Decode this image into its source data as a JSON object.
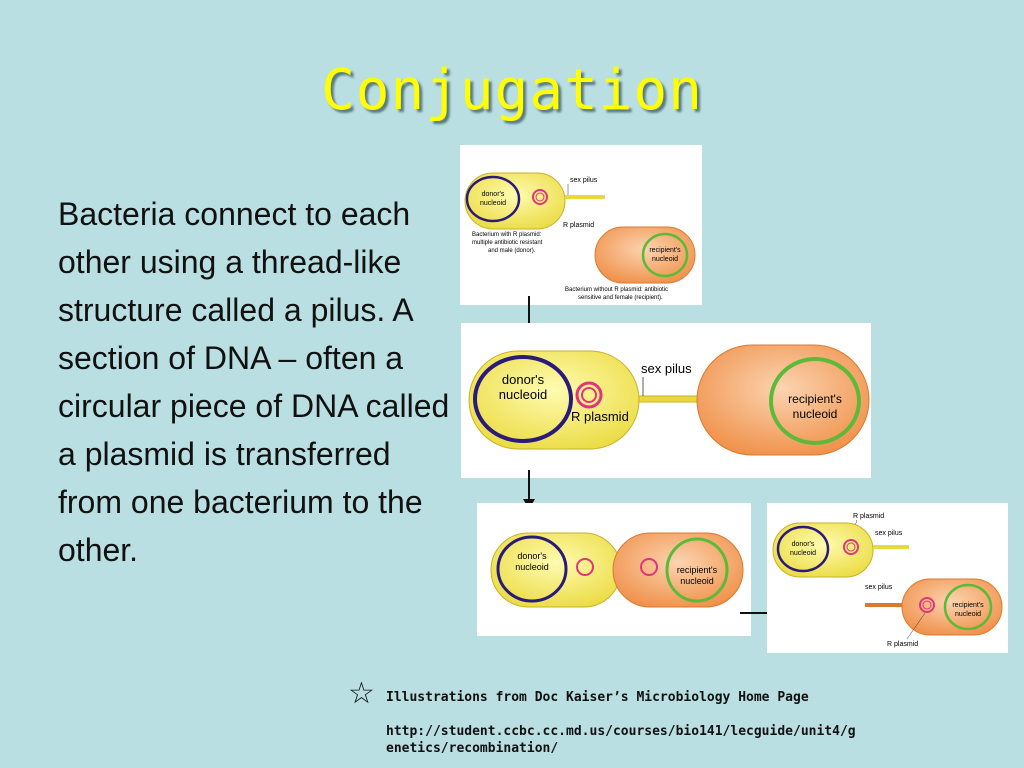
{
  "slide": {
    "title": "Conjugation",
    "body": "Bacteria connect to each other using a thread-like structure called a pilus. A section of DNA – often a circular piece of DNA called a plasmid is transferred from one bacterium to the other."
  },
  "panel1": {
    "donor_label": [
      "donor's",
      "nucleoid"
    ],
    "pilus_label": "sex pilus",
    "plasmid_label": "R plasmid",
    "donor_caption": [
      "Bacterium with R plasmid:",
      "multiple antibiotic resistant",
      "and male (donor)."
    ],
    "recipient_label": [
      "recipient's",
      "nucleoid"
    ],
    "recipient_caption": [
      "Bacterium without R plasmid: antibiotic",
      "sensitive and female (recipient)."
    ]
  },
  "panel2": {
    "donor_label": [
      "donor's",
      "nucleoid"
    ],
    "pilus_label": "sex pilus",
    "plasmid_label": "R plasmid",
    "recipient_label": [
      "recipient's",
      "nucleoid"
    ]
  },
  "panel3": {
    "donor_label": [
      "donor's",
      "nucleoid"
    ],
    "recipient_label": [
      "recipient's",
      "nucleoid"
    ]
  },
  "panel4": {
    "top_plasmid_label": "R plasmid",
    "top_pilus_label": "sex pilus",
    "donor_label": [
      "donor's",
      "nucleoid"
    ],
    "bottom_pilus_label": "sex pilus",
    "recipient_label": [
      "recipient's",
      "nucleoid"
    ],
    "bottom_plasmid_label": "R plasmid"
  },
  "caption": {
    "star_icon": "☆",
    "credit": "Illustrations from Doc Kaiser’s Microbiology Home Page",
    "url_line1": "http://student.ccbc.cc.md.us/courses/bio141/lecguide/unit4/g",
    "url_line2": "enetics/recombination/"
  },
  "colors": {
    "background": "#b9dfe3",
    "title": "#ffff00",
    "donor_fill": "#f7f25a",
    "recipient_fill": "#f29a5c",
    "donor_nucleoid": "#2a1a7a",
    "recipient_nucleoid": "#5cba3a",
    "plasmid": "#e0357a"
  }
}
